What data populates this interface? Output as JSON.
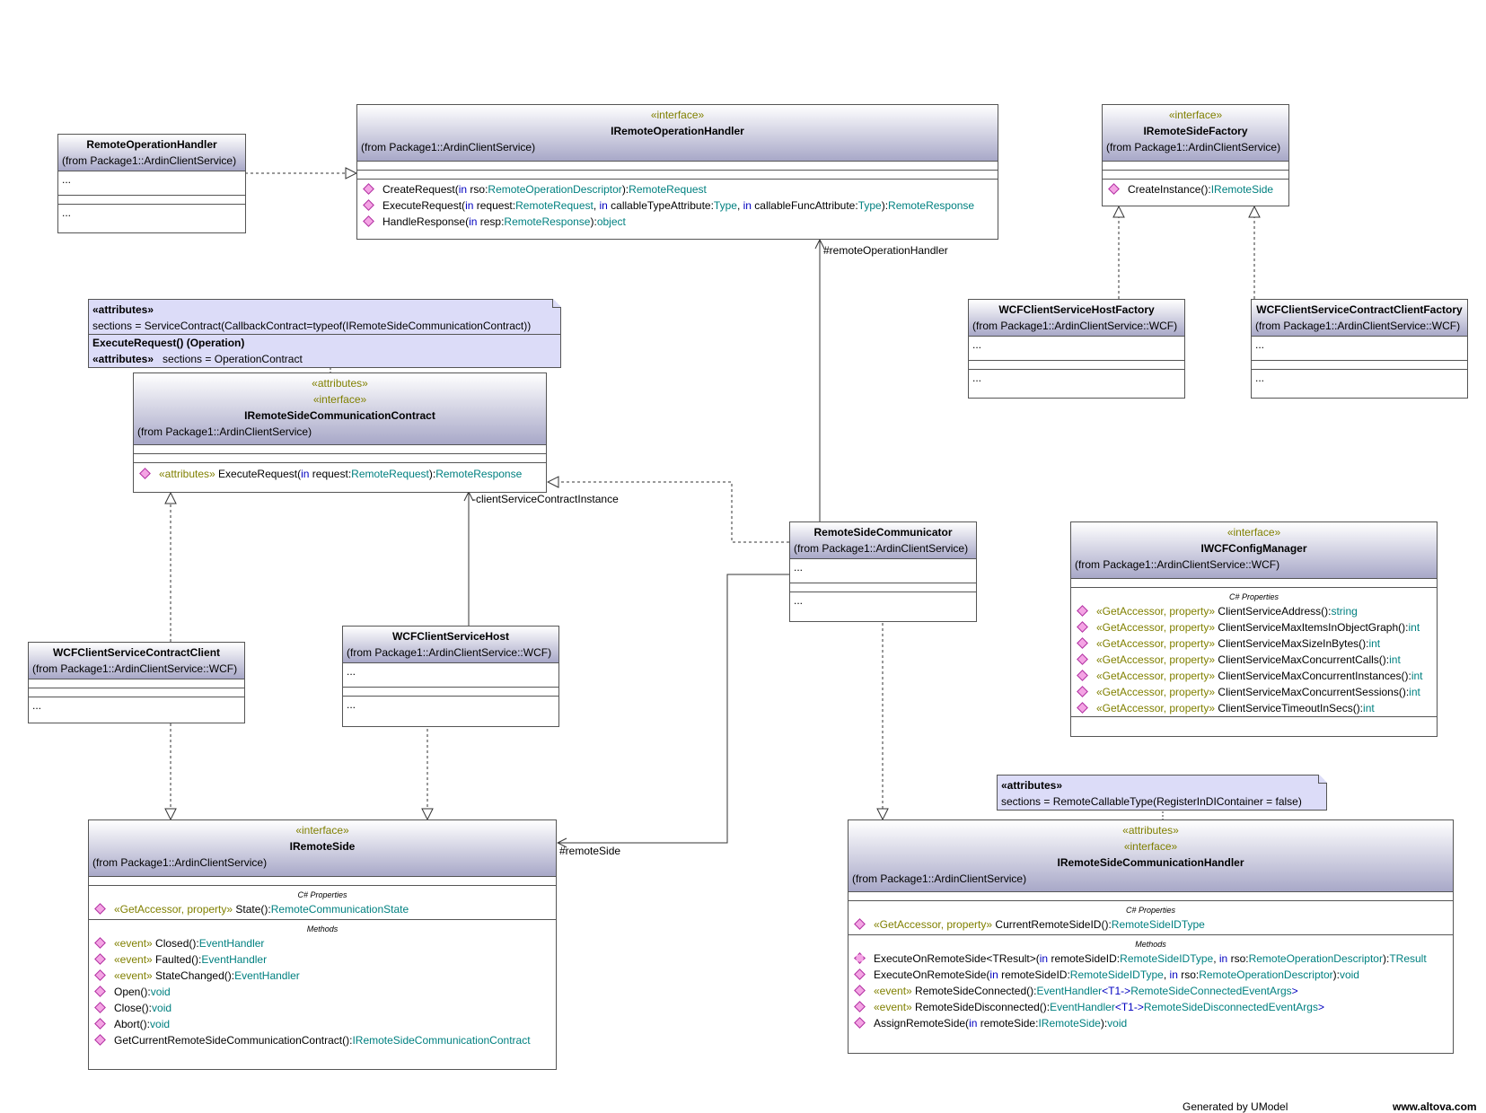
{
  "classes": {
    "remote_operation_handler": {
      "name": "RemoteOperationHandler",
      "from": "(from Package1::ArdinClientService)",
      "attrs_placeholder": "...",
      "ops_placeholder": "..."
    },
    "iremote_operation_handler": {
      "stereotype": "«interface»",
      "name": "IRemoteOperationHandler",
      "from": "(from Package1::ArdinClientService)",
      "ops": [
        {
          "pre": "CreateRequest(",
          "kw1": "in",
          "p1": " rso:",
          "t1": "RemoteOperationDescriptor",
          "mid": "):",
          "ret": "RemoteRequest"
        },
        {
          "pre": "ExecuteRequest(",
          "kw1": "in",
          "p1": " request:",
          "t1": "RemoteRequest",
          "s2": ", ",
          "kw2": "in",
          "p2": " callableTypeAttribute:",
          "t2": "Type",
          "s3": ", ",
          "kw3": "in",
          "p3": " callableFuncAttribute:",
          "t3": "Type",
          "mid": "):",
          "ret": "RemoteResponse"
        },
        {
          "pre": "HandleResponse(",
          "kw1": "in",
          "p1": " resp:",
          "t1": "RemoteResponse",
          "mid": "):",
          "ret": "object"
        }
      ]
    },
    "iremote_side_factory": {
      "stereotype": "«interface»",
      "name": "IRemoteSideFactory",
      "from": "(from Package1::ArdinClientService)",
      "op": {
        "pre": "CreateInstance():",
        "ret": "IRemoteSide"
      }
    },
    "wcf_host_factory": {
      "name": "WCFClientServiceHostFactory",
      "from": "(from Package1::ArdinClientService::WCF)",
      "attrs_placeholder": "...",
      "ops_placeholder": "..."
    },
    "wcf_contract_client_factory": {
      "name": "WCFClientServiceContractClientFactory",
      "from": "(from Package1::ArdinClientService::WCF)",
      "attrs_placeholder": "...",
      "ops_placeholder": "..."
    },
    "iremote_side_comm_contract": {
      "stereotype1": "«attributes»",
      "stereotype2": "«interface»",
      "name": "IRemoteSideCommunicationContract",
      "from": "(from Package1::ArdinClientService)",
      "op": {
        "st": "«attributes»",
        "pre": " ExecuteRequest(",
        "kw1": "in",
        "p1": " request:",
        "t1": "RemoteRequest",
        "mid": "):",
        "ret": "RemoteResponse"
      }
    },
    "remote_side_communicator": {
      "name": "RemoteSideCommunicator",
      "from": "(from Package1::ArdinClientService)",
      "attrs_placeholder": "...",
      "ops_placeholder": "..."
    },
    "iwcf_config_manager": {
      "stereotype": "«interface»",
      "name": "IWCFConfigManager",
      "from": "(from Package1::ArdinClientService::WCF)",
      "caption": "C# Properties",
      "props": [
        {
          "st": "«GetAccessor, property»",
          "name": " ClientServiceAddress():",
          "ret": "string"
        },
        {
          "st": "«GetAccessor, property»",
          "name": " ClientServiceMaxItemsInObjectGraph():",
          "ret": "int"
        },
        {
          "st": "«GetAccessor, property»",
          "name": " ClientServiceMaxSizeInBytes():",
          "ret": "int"
        },
        {
          "st": "«GetAccessor, property»",
          "name": " ClientServiceMaxConcurrentCalls():",
          "ret": "int"
        },
        {
          "st": "«GetAccessor, property»",
          "name": " ClientServiceMaxConcurrentInstances():",
          "ret": "int"
        },
        {
          "st": "«GetAccessor, property»",
          "name": " ClientServiceMaxConcurrentSessions():",
          "ret": "int"
        },
        {
          "st": "«GetAccessor, property»",
          "name": " ClientServiceTimeoutInSecs():",
          "ret": "int"
        }
      ]
    },
    "wcf_contract_client": {
      "name": "WCFClientServiceContractClient",
      "from": "(from Package1::ArdinClientService::WCF)",
      "attrs_placeholder": "...",
      "ops_placeholder": "..."
    },
    "wcf_host": {
      "name": "WCFClientServiceHost",
      "from": "(from Package1::ArdinClientService::WCF)",
      "attrs_placeholder": "...",
      "ops_placeholder": "..."
    },
    "iremote_side": {
      "stereotype": "«interface»",
      "name": "IRemoteSide",
      "from": "(from Package1::ArdinClientService)",
      "props_caption": "C# Properties",
      "prop": {
        "st": "«GetAccessor, property»",
        "name": " State():",
        "ret": "RemoteCommunicationState"
      },
      "methods_caption": "Methods",
      "methods": [
        {
          "st": "«event»",
          "name": " Closed():",
          "ret": "EventHandler"
        },
        {
          "st": "«event»",
          "name": " Faulted():",
          "ret": "EventHandler"
        },
        {
          "st": "«event»",
          "name": " StateChanged():",
          "ret": "EventHandler"
        },
        {
          "st": "",
          "name": "Open():",
          "ret": "void"
        },
        {
          "st": "",
          "name": "Close():",
          "ret": "void"
        },
        {
          "st": "",
          "name": "Abort():",
          "ret": "void"
        },
        {
          "st": "",
          "name": "GetCurrentRemoteSideCommunicationContract():",
          "ret": "IRemoteSideCommunicationContract"
        }
      ]
    },
    "iremote_side_comm_handler": {
      "stereotype1": "«attributes»",
      "stereotype2": "«interface»",
      "name": "IRemoteSideCommunicationHandler",
      "from": "(from Package1::ArdinClientService)",
      "props_caption": "C# Properties",
      "prop": {
        "st": "«GetAccessor, property»",
        "name": " CurrentRemoteSideID():",
        "ret": "RemoteSideIDType"
      },
      "methods_caption": "Methods",
      "m1": {
        "pre": "ExecuteOnRemoteSide",
        "tp": "<TResult>",
        "open": "(",
        "kw1": "in",
        "p1": " remoteSideID:",
        "t1": "RemoteSideIDType",
        "s2": ", ",
        "kw2": "in",
        "p2": " rso:",
        "t2": "RemoteOperationDescriptor",
        "mid": "):",
        "ret": "TResult"
      },
      "m2": {
        "pre": "ExecuteOnRemoteSide(",
        "kw1": "in",
        "p1": " remoteSideID:",
        "t1": "RemoteSideIDType",
        "s2": ", ",
        "kw2": "in",
        "p2": " rso:",
        "t2": "RemoteOperationDescriptor",
        "mid": "):",
        "ret": "void"
      },
      "m3": {
        "st": "«event»",
        "name": " RemoteSideConnected():",
        "ret": "EventHandler",
        "tp": "<T1->",
        "arg": "RemoteSideConnectedEventArgs",
        "close": ">"
      },
      "m4": {
        "st": "«event»",
        "name": " RemoteSideDisconnected():",
        "ret": "EventHandler",
        "tp": "<T1->",
        "arg": "RemoteSideDisconnectedEventArgs",
        "close": ">"
      },
      "m5": {
        "pre": "AssignRemoteSide(",
        "kw1": "in",
        "p1": " remoteSide:",
        "t1": "IRemoteSide",
        "mid": "):",
        "ret": "void"
      }
    }
  },
  "notes": {
    "contract_note": {
      "l1": "«attributes»",
      "l2": "sections = ServiceContract(CallbackContract=typeof(IRemoteSideCommunicationContract))",
      "l3": "ExecuteRequest() (Operation)",
      "l4a": "«attributes»",
      "l4b": "   sections = OperationContract"
    },
    "handler_note": {
      "l1": "«attributes»",
      "l2": "sections = RemoteCallableType(RegisterInDIContainer = false)"
    }
  },
  "labels": {
    "remote_operation_handler_role": "#remoteOperationHandler",
    "client_service_contract_instance": "-clientServiceContractInstance",
    "remote_side_role": "#remoteSide"
  },
  "footer": {
    "generated": "Generated by UModel",
    "site": "www.altova.com"
  }
}
